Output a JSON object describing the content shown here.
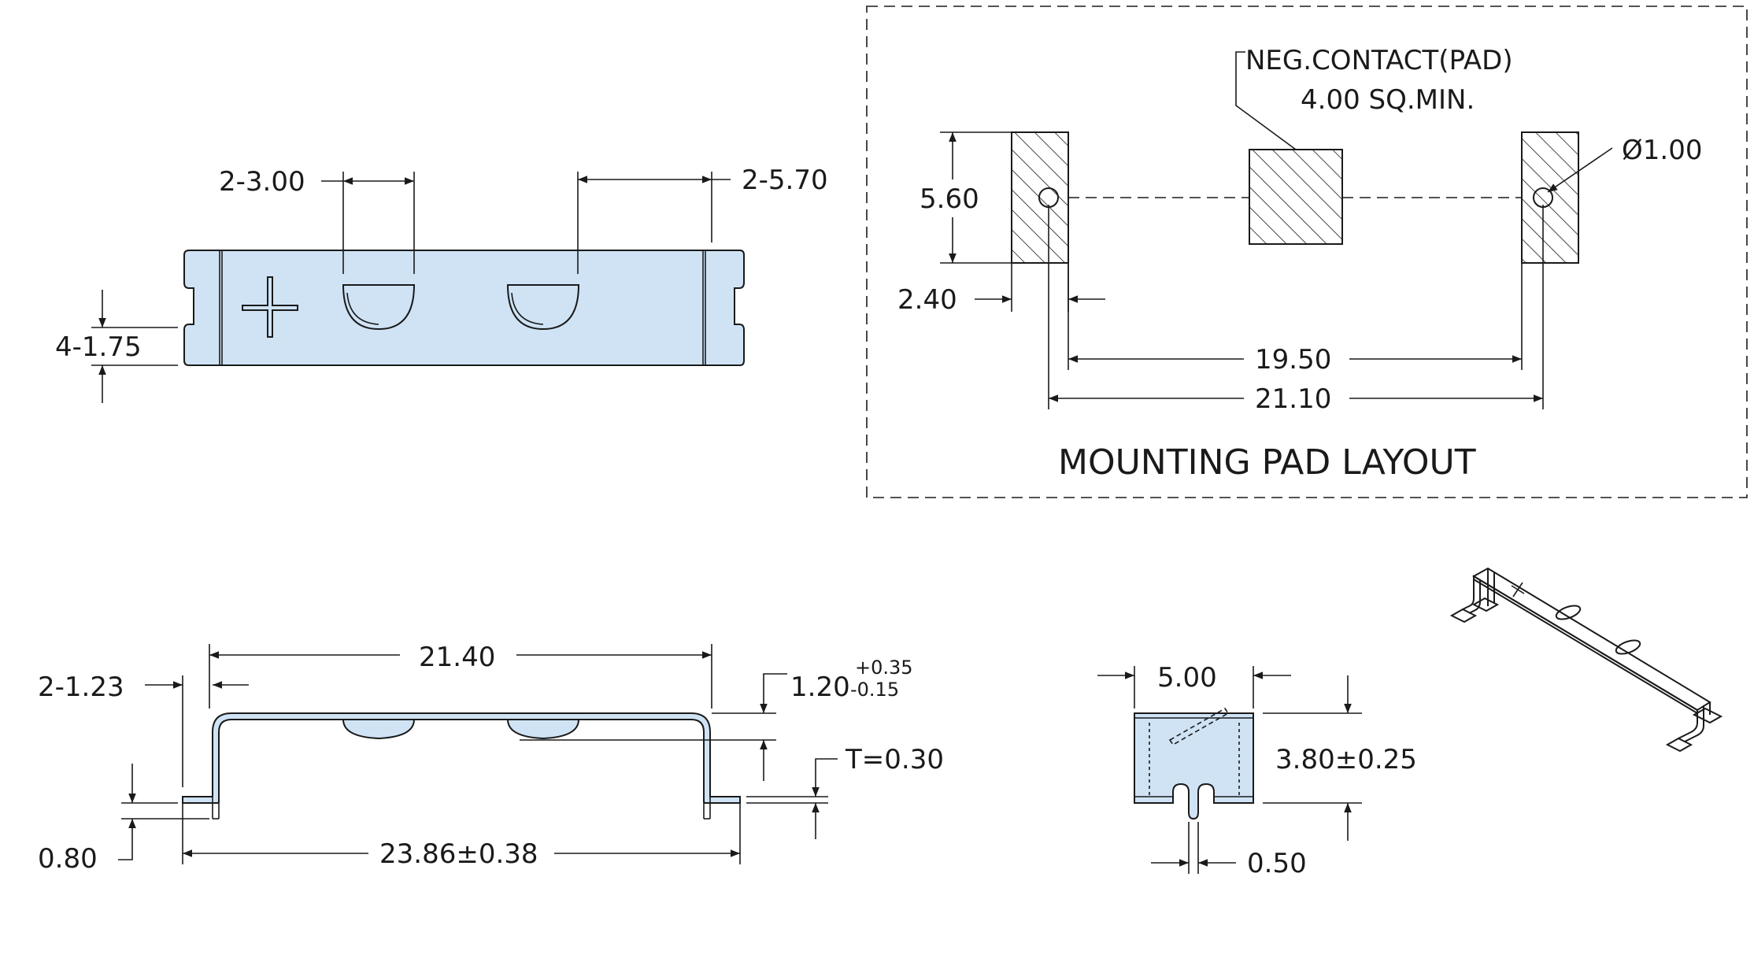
{
  "top_view": {
    "hole_width": "2-3.00",
    "end_tab": "2-5.70",
    "slot_height": "4-1.75"
  },
  "pad_layout": {
    "title": "MOUNTING PAD LAYOUT",
    "neg_contact_line1": "NEG.CONTACT(PAD)",
    "neg_contact_line2": "4.00 SQ.MIN.",
    "hole_diameter": "Ø1.00",
    "pad_height": "5.60",
    "pad_width": "2.40",
    "inner_spacing": "19.50",
    "outer_spacing": "21.10"
  },
  "side_view": {
    "top_length": "21.40",
    "tab_offset": "2-1.23",
    "height_nominal": "1.20",
    "height_tol_plus": "+0.35",
    "height_tol_minus": "-0.15",
    "thickness": "T=0.30",
    "foot_height": "0.80",
    "overall_length": "23.86±0.38"
  },
  "end_view": {
    "width": "5.00",
    "height": "3.80±0.25",
    "slot_width": "0.50"
  },
  "colors": {
    "part_fill": "#cfe3f5",
    "line": "#1a1a1a"
  }
}
